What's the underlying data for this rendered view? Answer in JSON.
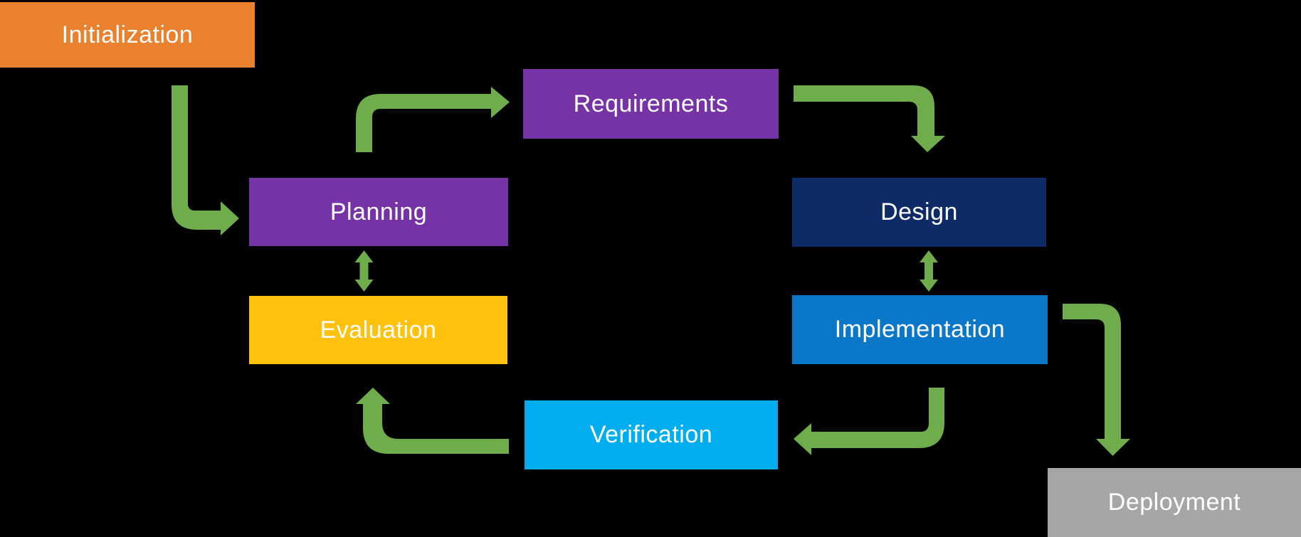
{
  "diagram": {
    "background_color": "#000000",
    "arrow_color": "#6FAC4B",
    "text_color": "#FFFFFF",
    "nodes": [
      {
        "id": "initialization",
        "label": "Initialization",
        "color": "#E9812E"
      },
      {
        "id": "requirements",
        "label": "Requirements",
        "color": "#7533A6"
      },
      {
        "id": "planning",
        "label": "Planning",
        "color": "#7533A6"
      },
      {
        "id": "design",
        "label": "Design",
        "color": "#0E2A67"
      },
      {
        "id": "evaluation",
        "label": "Evaluation",
        "color": "#FEC10D"
      },
      {
        "id": "implementation",
        "label": "Implementation",
        "color": "#0B77C9"
      },
      {
        "id": "verification",
        "label": "Verification",
        "color": "#00AEEF"
      },
      {
        "id": "deployment",
        "label": "Deployment",
        "color": "#A6A6A6"
      }
    ],
    "edges": [
      {
        "from": "Initialization",
        "to": "Planning",
        "type": "one-way"
      },
      {
        "from": "Planning",
        "to": "Requirements",
        "type": "one-way"
      },
      {
        "from": "Requirements",
        "to": "Design",
        "type": "one-way"
      },
      {
        "from": "Design",
        "to": "Implementation",
        "type": "two-way"
      },
      {
        "from": "Planning",
        "to": "Evaluation",
        "type": "two-way"
      },
      {
        "from": "Implementation",
        "to": "Verification",
        "type": "one-way"
      },
      {
        "from": "Verification",
        "to": "Evaluation",
        "type": "one-way"
      },
      {
        "from": "Implementation",
        "to": "Deployment",
        "type": "one-way"
      }
    ]
  }
}
